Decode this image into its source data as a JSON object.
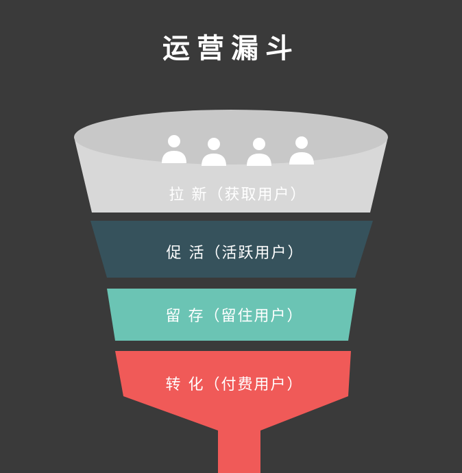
{
  "title": "运营漏斗",
  "colors": {
    "background": "#3a3a3a",
    "stage_1": "#d8d8d8",
    "stage_1_rim": "#c8c8c8",
    "stage_2": "#36525c",
    "stage_3": "#6bc4b4",
    "stage_4": "#f05a58",
    "user_icon": "#ffffff"
  },
  "stages": [
    {
      "label": "拉 新（获取用户）",
      "color_key": "stage_1"
    },
    {
      "label": "促 活（活跃用户）",
      "color_key": "stage_2"
    },
    {
      "label": "留 存（留住用户）",
      "color_key": "stage_3"
    },
    {
      "label": "转 化（付费用户）",
      "color_key": "stage_4"
    }
  ],
  "icons": [
    "user-icon",
    "user-icon",
    "user-icon",
    "user-icon"
  ]
}
